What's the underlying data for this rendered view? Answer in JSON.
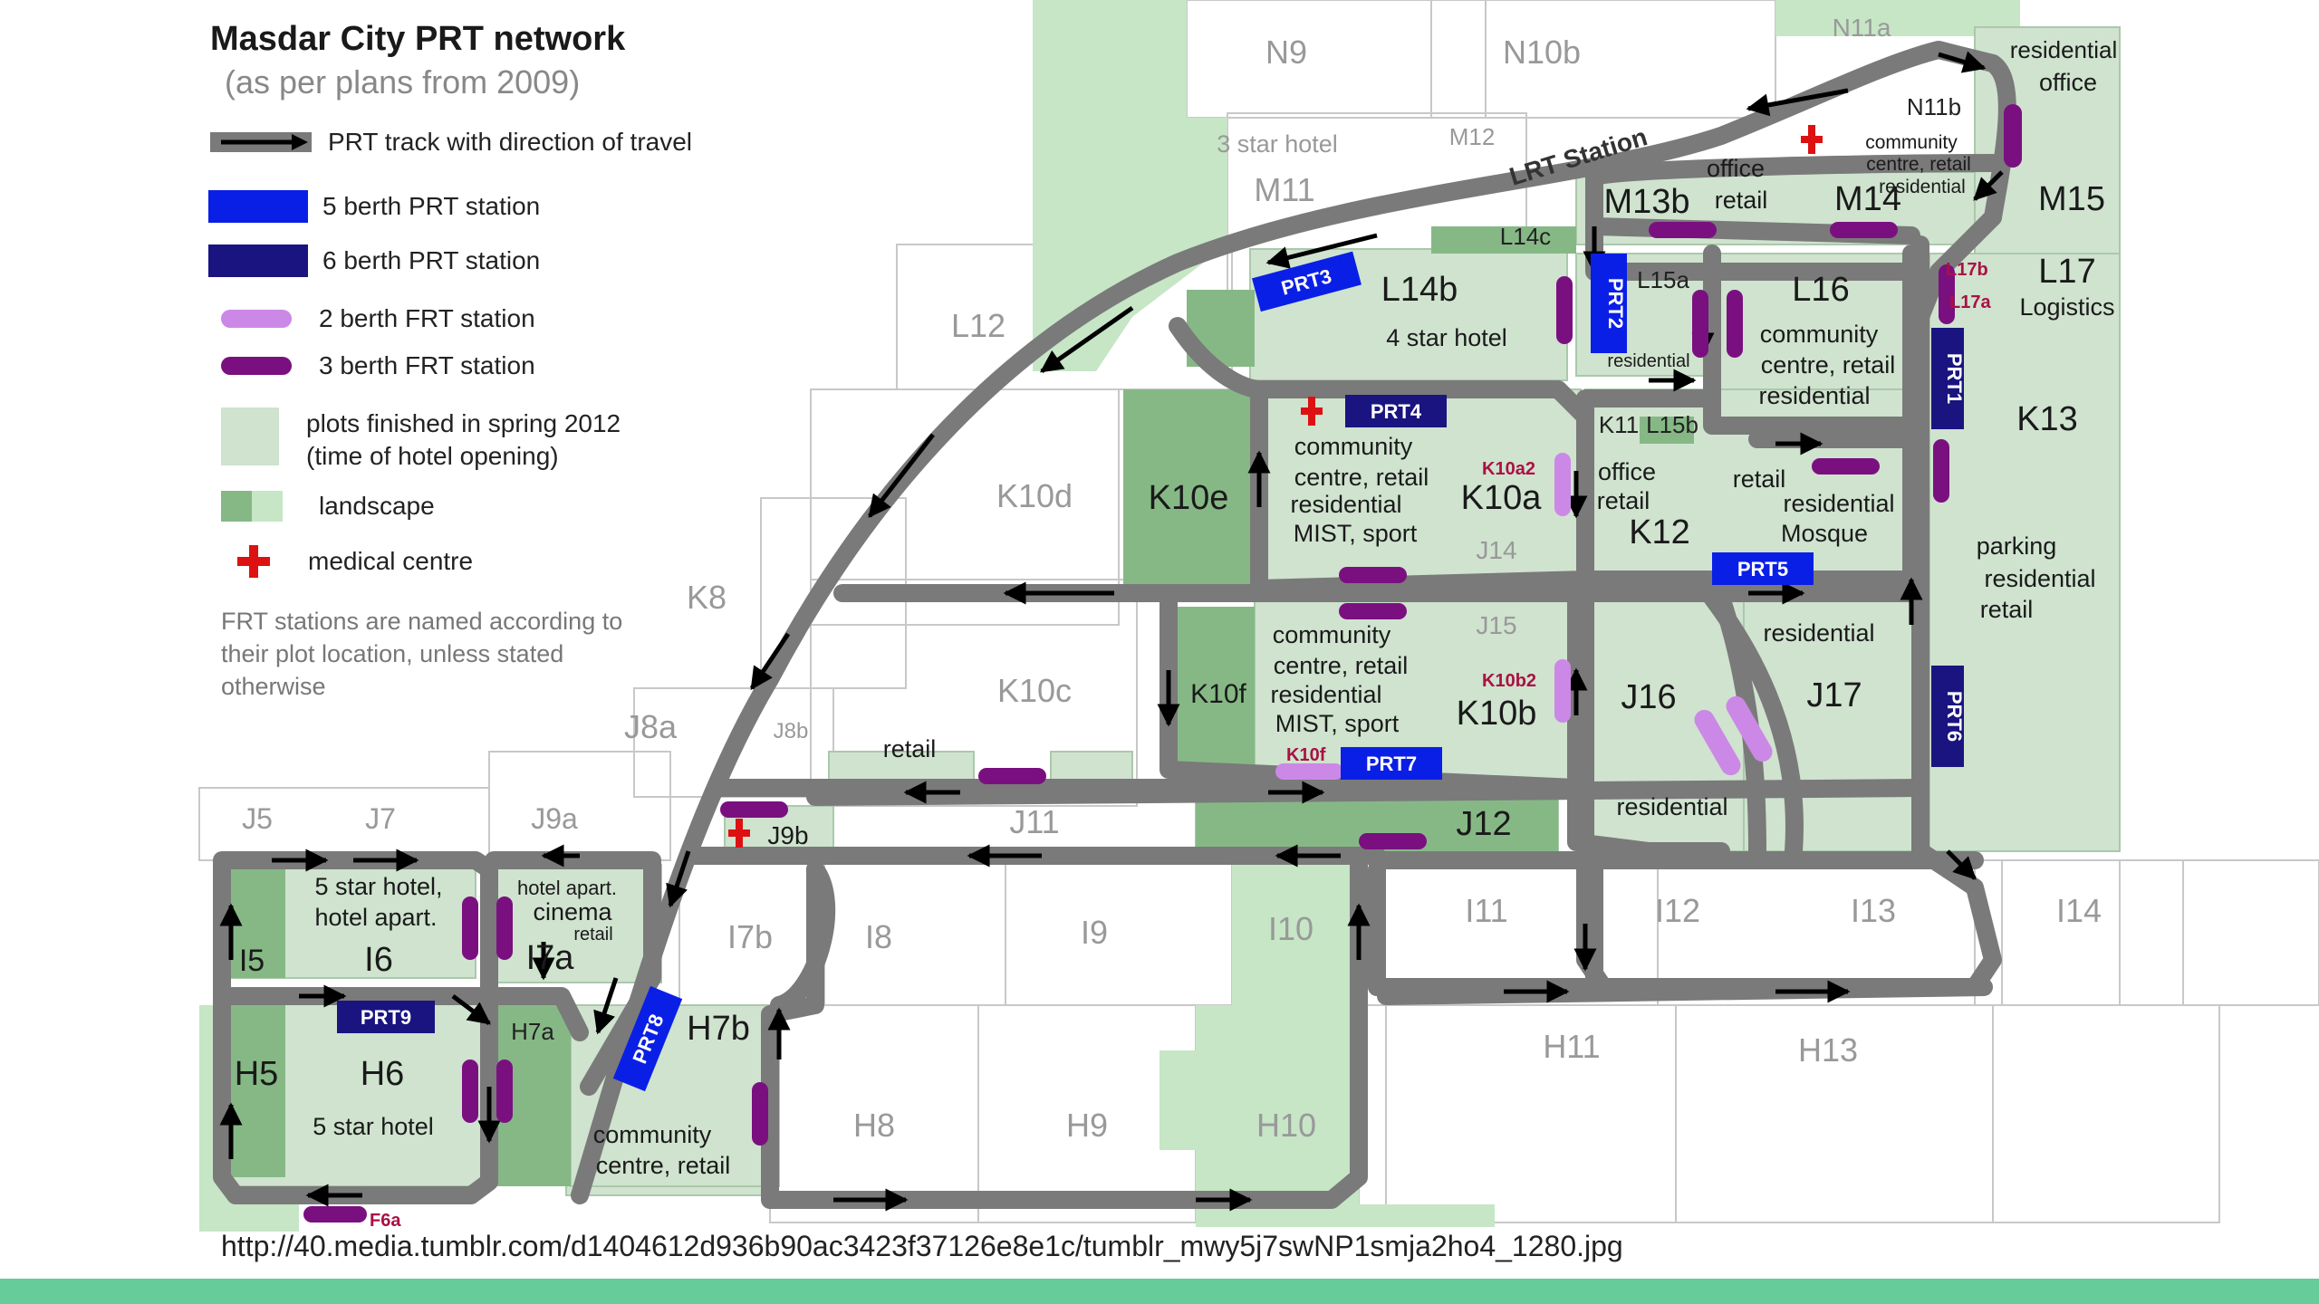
{
  "title": "Masdar City PRT network",
  "subtitle": "(as per plans from 2009)",
  "colors": {
    "track": "#7a7a7a",
    "station5": "#0a1fe6",
    "station6": "#1a1480",
    "frt2": "#cc88e6",
    "frt3": "#7a1080",
    "plot": "#cfe3cf",
    "landscape_dark": "#86b886",
    "landscape_light": "#c6e6c6",
    "medical": "#dd1111",
    "bar": "#66cc99"
  },
  "legend": [
    {
      "key": "track",
      "label": "PRT track with direction of travel"
    },
    {
      "key": "station5",
      "label": "5 berth PRT station"
    },
    {
      "key": "station6",
      "label": "6 berth PRT station"
    },
    {
      "key": "frt2",
      "label": "2 berth FRT station"
    },
    {
      "key": "frt3",
      "label": "3 berth FRT station"
    },
    {
      "key": "plot",
      "label1": "plots finished in spring 2012",
      "label2": "(time of hotel opening)"
    },
    {
      "key": "landscape",
      "label": "landscape"
    },
    {
      "key": "medical",
      "label": "medical centre"
    }
  ],
  "note": "FRT stations are named according to their plot location, unless stated otherwise",
  "source_url": "http://40.media.tumblr.com/d1404612d936b90ac3423f37126e8e1c/tumblr_mwy5j7swNP1smja2ho4_1280.jpg",
  "map_labels": {
    "lrt": "LRT Station",
    "plots_grey": [
      "N9",
      "N10b",
      "N11a",
      "M12",
      "M11",
      "L12",
      "K10d",
      "K8",
      "K10c",
      "J8a",
      "J8b",
      "J5",
      "J7",
      "J9a",
      "J11",
      "J14",
      "J15",
      "I7b",
      "I8",
      "I9",
      "I10",
      "I11",
      "I12",
      "I13",
      "I14",
      "H8",
      "H9",
      "H10",
      "H11",
      "H13"
    ],
    "plots_main": [
      "M13b",
      "M14",
      "M15",
      "L14b",
      "L16",
      "L17",
      "K10e",
      "K10a",
      "K12",
      "K13",
      "K10f",
      "K10b",
      "J16",
      "J17",
      "J12",
      "I5",
      "I6",
      "I7a",
      "H5",
      "H6",
      "H7b",
      "J9b"
    ],
    "plots_small": [
      "N11b",
      "L14c",
      "L15a",
      "L15b",
      "K11",
      "H7a"
    ],
    "frt_names": [
      "L17b",
      "L17a",
      "K10a2",
      "K10b2",
      "K10f",
      "F6a"
    ],
    "descriptions": {
      "three_star": "3 star hotel",
      "m15_top": "residential",
      "m15_top2": "office",
      "m13b_side": "office",
      "m13b_side2": "retail",
      "m14_desc1": "community",
      "m14_desc2": "centre, retail",
      "m14_desc3": "residential",
      "l14b_desc": "4 star hotel",
      "l15_res": "residential",
      "l16_d1": "community",
      "l16_d2": "centre, retail",
      "l16_d3": "residential",
      "l17_desc": "Logistics",
      "k10a_d1": "community",
      "k10a_d2": "centre, retail",
      "k10a_d3": "residential",
      "k10a_d4": "MIST, sport",
      "k12_d1": "office",
      "k12_d2": "retail",
      "k12_d3": "retail",
      "k12_d4": "residential",
      "k12_d5": "Mosque",
      "k13_d1": "parking",
      "k13_d2": "residential",
      "k13_d3": "retail",
      "k10b_d1": "community",
      "k10b_d2": "centre, retail",
      "k10b_d3": "residential",
      "k10b_d4": "MIST, sport",
      "j17_res": "residential",
      "j16_res": "residential",
      "retail_k10c": "retail",
      "i6_d1": "5 star hotel,",
      "i6_d2": "hotel apart.",
      "i7a_d1": "hotel apart.",
      "i7a_d2": "cinema",
      "i7a_d3": "retail",
      "h6_desc": "5 star hotel",
      "h7b_d1": "community",
      "h7b_d2": "centre, retail"
    },
    "stations": [
      "PRT1",
      "PRT2",
      "PRT3",
      "PRT4",
      "PRT5",
      "PRT6",
      "PRT7",
      "PRT8",
      "PRT9"
    ]
  }
}
